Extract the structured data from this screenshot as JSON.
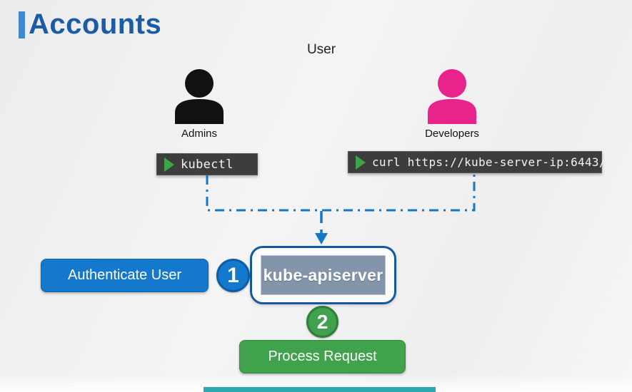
{
  "title": {
    "text": "Accounts"
  },
  "diagram": {
    "user_label": "User",
    "actors": [
      {
        "name": "Admins",
        "color": "#111111"
      },
      {
        "name": "Developers",
        "color": "#e9238c"
      }
    ],
    "terminals": [
      {
        "command": "kubectl"
      },
      {
        "command": "curl https://kube-server-ip:6443/"
      }
    ],
    "apiserver": {
      "label": "kube-apiserver"
    },
    "steps": [
      {
        "number": "1",
        "label": "Authenticate User",
        "color": "#1478cc"
      },
      {
        "number": "2",
        "label": "Process Request",
        "color": "#40a24c"
      }
    ]
  },
  "colors": {
    "title_blue": "#1b5ca6",
    "title_bar_blue": "#3e88d3",
    "connector_blue": "#1377c8",
    "terminal_bg": "#3d3d3d",
    "play_green": "#3da644",
    "apiserver_border": "#14599e",
    "apiserver_fill": "#8295ab",
    "bottom_bar_teal": "#2ea9b2"
  }
}
